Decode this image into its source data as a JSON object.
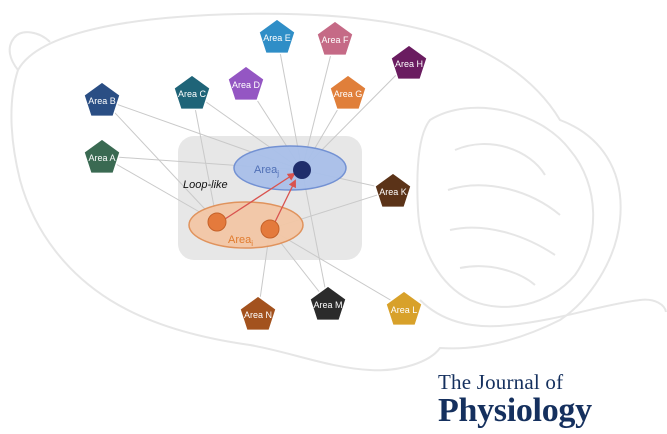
{
  "diagram": {
    "nodes": [
      {
        "id": "A",
        "label": "Area A",
        "color": "#3a6a52"
      },
      {
        "id": "B",
        "label": "Area B",
        "color": "#2a4e84"
      },
      {
        "id": "C",
        "label": "Area C",
        "color": "#1f6478"
      },
      {
        "id": "D",
        "label": "Area D",
        "color": "#9456c3"
      },
      {
        "id": "E",
        "label": "Area E",
        "color": "#2f8ec7"
      },
      {
        "id": "F",
        "label": "Area F",
        "color": "#c56a86"
      },
      {
        "id": "G",
        "label": "Area G",
        "color": "#e07f3a"
      },
      {
        "id": "H",
        "label": "Area H",
        "color": "#6a1c60"
      },
      {
        "id": "K",
        "label": "Area K",
        "color": "#5b3318"
      },
      {
        "id": "L",
        "label": "Area L",
        "color": "#d8a12a"
      },
      {
        "id": "M",
        "label": "Area M",
        "color": "#2b2b2b"
      },
      {
        "id": "N",
        "label": "Area N",
        "color": "#a3521e"
      }
    ],
    "upper_region": {
      "label_main": "Area",
      "label_sub": "j",
      "fill": "#a9c0ea",
      "stroke": "#6d8dd2",
      "text_color": "#4f6fb6",
      "dot_color": "#1f2d6b"
    },
    "lower_region": {
      "label_main": "Area",
      "label_sub": "i",
      "fill": "#f3c7a6",
      "stroke": "#e08f56",
      "text_color": "#e07b2e",
      "dot_color": "#e47a3c"
    },
    "loop_label": "Loop-like",
    "arrow_color": "#d9534f"
  },
  "journal": {
    "line1": "The Journal of",
    "line2": "Physiology"
  }
}
